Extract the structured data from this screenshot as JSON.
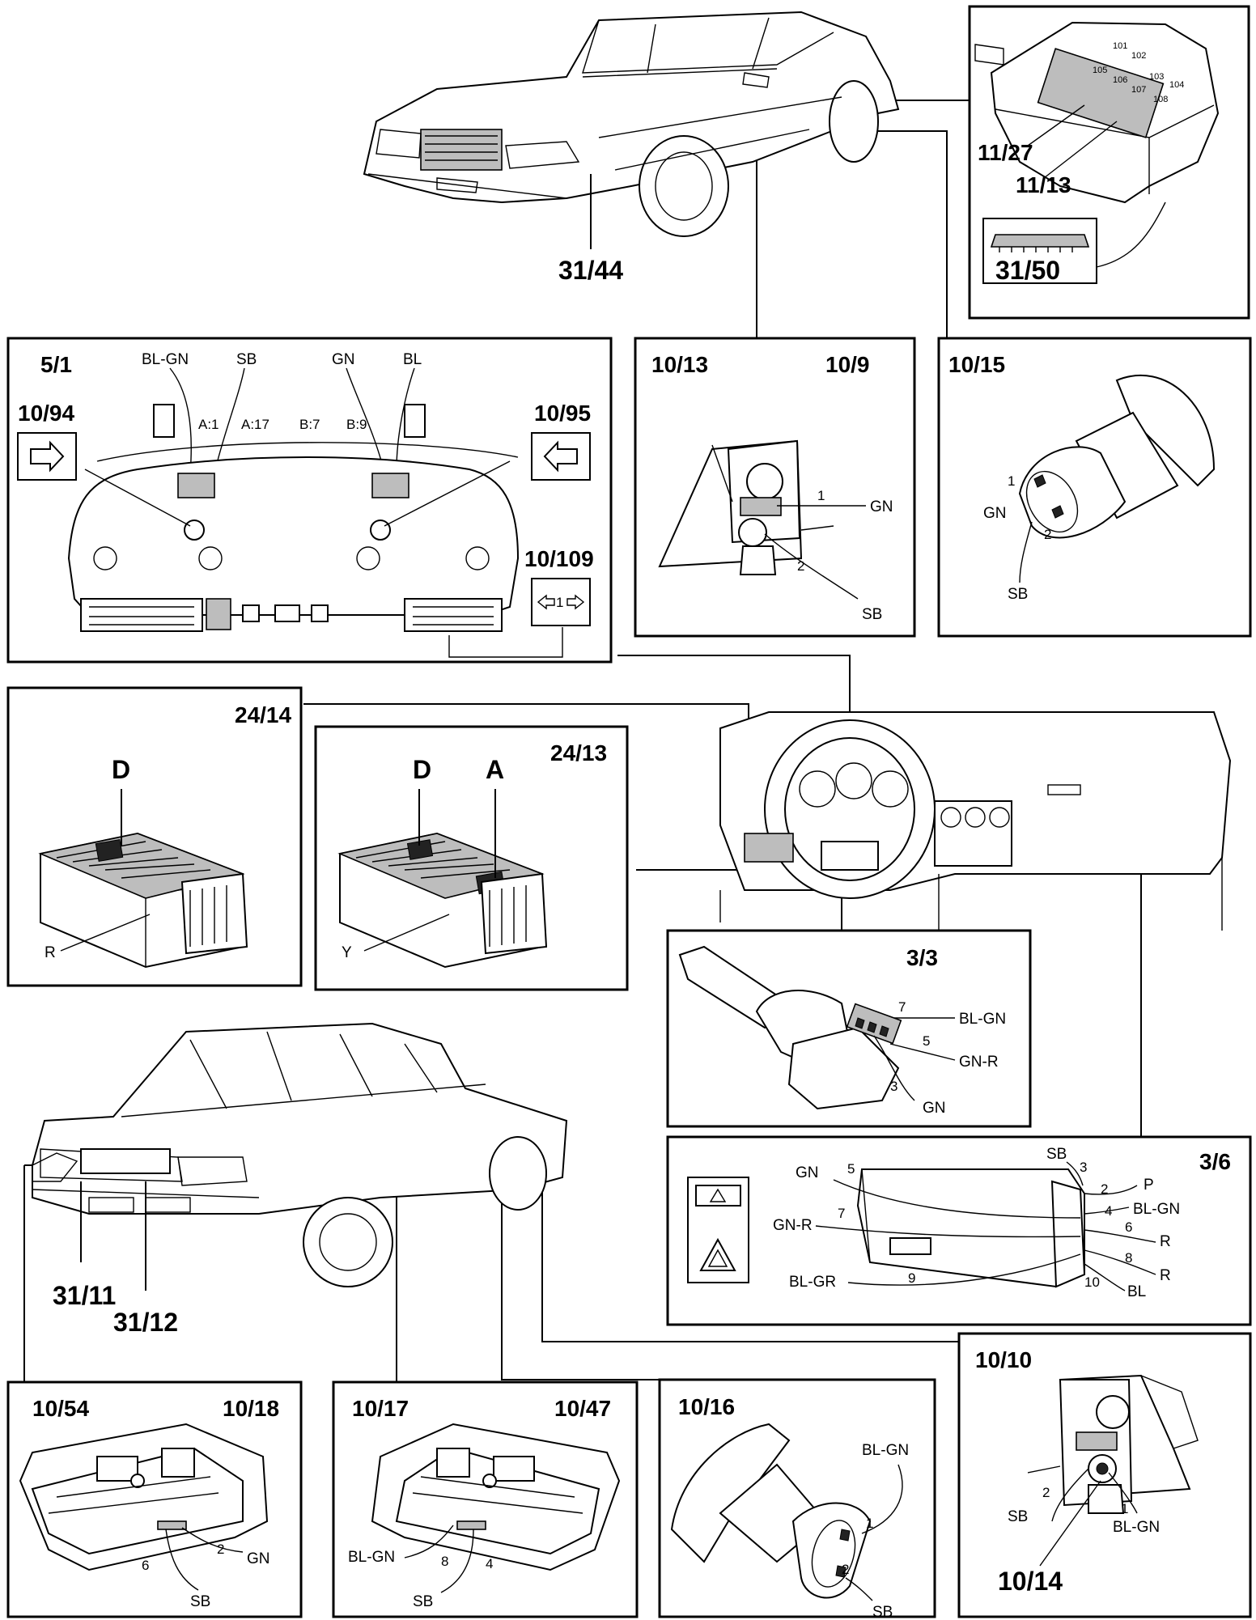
{
  "car_front": {
    "ref": "31/44"
  },
  "fuse_box": {
    "ref_main": "11/27",
    "ref_sub": "11/13",
    "ref_connector": "31/50",
    "fuse_numbers": [
      "101",
      "102",
      "103",
      "104",
      "105",
      "106",
      "107",
      "108"
    ]
  },
  "instrument_cluster": {
    "ref": "5/1",
    "left_indicator": "10/94",
    "right_indicator": "10/95",
    "trailer_indicator": "10/109",
    "trailer_glyph_number": "1",
    "wires": [
      "BL-GN",
      "SB",
      "GN",
      "BL"
    ],
    "pins": [
      "A:1",
      "A:17",
      "B:7",
      "B:9"
    ]
  },
  "front_lamp_left": {
    "ref_a": "10/13",
    "ref_b": "10/9",
    "wires": [
      "GN",
      "SB"
    ],
    "pins": [
      "1",
      "2"
    ]
  },
  "side_lamp_left": {
    "ref": "10/15",
    "wires": [
      "GN",
      "SB"
    ],
    "pins": [
      "1",
      "2"
    ]
  },
  "relay_24_14": {
    "ref": "24/14",
    "connector": "D",
    "color": "R"
  },
  "relay_24_13": {
    "ref": "24/13",
    "connector_d": "D",
    "connector_a": "A",
    "color": "Y"
  },
  "turn_switch": {
    "ref": "3/3",
    "wires": [
      "BL-GN",
      "GN-R",
      "GN"
    ],
    "pins": [
      "7",
      "5",
      "3"
    ]
  },
  "hazard_switch": {
    "ref": "3/6",
    "left_wires": [
      "GN",
      "GN-R",
      "BL-GR"
    ],
    "left_pins": [
      "5",
      "7",
      "9"
    ],
    "right_wires": [
      "SB",
      "P",
      "BL-GN",
      "R",
      "R",
      "BL"
    ],
    "right_pins": [
      "3",
      "2",
      "4",
      "6",
      "8",
      "10"
    ]
  },
  "car_rear": {
    "ref_left": "31/11",
    "ref_right": "31/12"
  },
  "rear_lamp_left": {
    "ref_a": "10/54",
    "ref_b": "10/18",
    "wires": [
      "GN",
      "SB"
    ],
    "pins": [
      "2",
      "6"
    ]
  },
  "rear_lamp_right": {
    "ref_a": "10/17",
    "ref_b": "10/47",
    "wires": [
      "BL-GN",
      "SB"
    ],
    "pins": [
      "8",
      "4"
    ]
  },
  "side_lamp_right": {
    "ref": "10/16",
    "wires": [
      "BL-GN",
      "SB"
    ],
    "pins": [
      "1",
      "2"
    ]
  },
  "front_lamp_right": {
    "ref_a": "10/10",
    "ref_b": "10/14",
    "wires": [
      "SB",
      "BL-GN"
    ],
    "pins": [
      "2",
      "1"
    ]
  }
}
